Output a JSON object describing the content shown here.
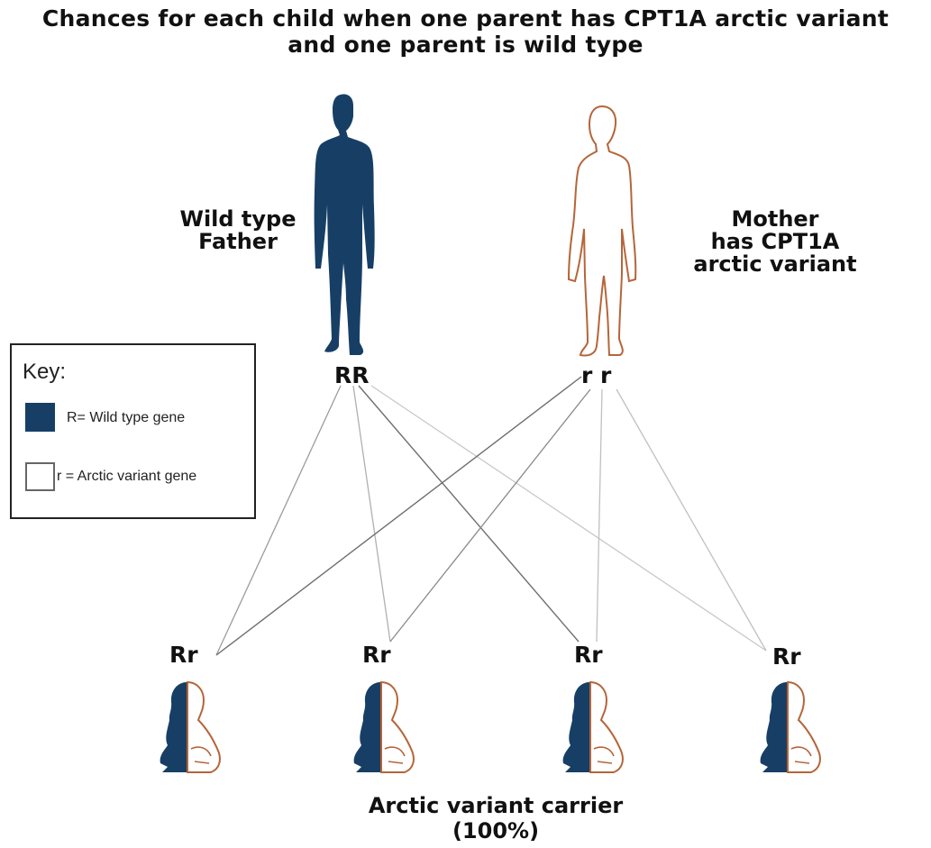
{
  "title": {
    "line1": "Chances for each child when one parent has CPT1A arctic variant",
    "line2": "and one parent is wild type"
  },
  "father": {
    "label_line1": "Wild type",
    "label_line2": "Father",
    "genotype": "RR"
  },
  "mother": {
    "label_line1": "Mother",
    "label_line2": "has CPT1A",
    "label_line3": "arctic variant",
    "genotype": "r r"
  },
  "key": {
    "title": "Key:",
    "wild_label": "R= Wild type gene",
    "arctic_label": "r = Arctic variant gene"
  },
  "children": [
    {
      "genotype": "Rr"
    },
    {
      "genotype": "Rr"
    },
    {
      "genotype": "Rr"
    },
    {
      "genotype": "Rr"
    }
  ],
  "result": {
    "line1": "Arctic variant carrier",
    "line2": "(100%)"
  },
  "colors": {
    "wild_type": "#173f66",
    "arctic_outline": "#b5653a",
    "line": "#9a9a9a"
  }
}
